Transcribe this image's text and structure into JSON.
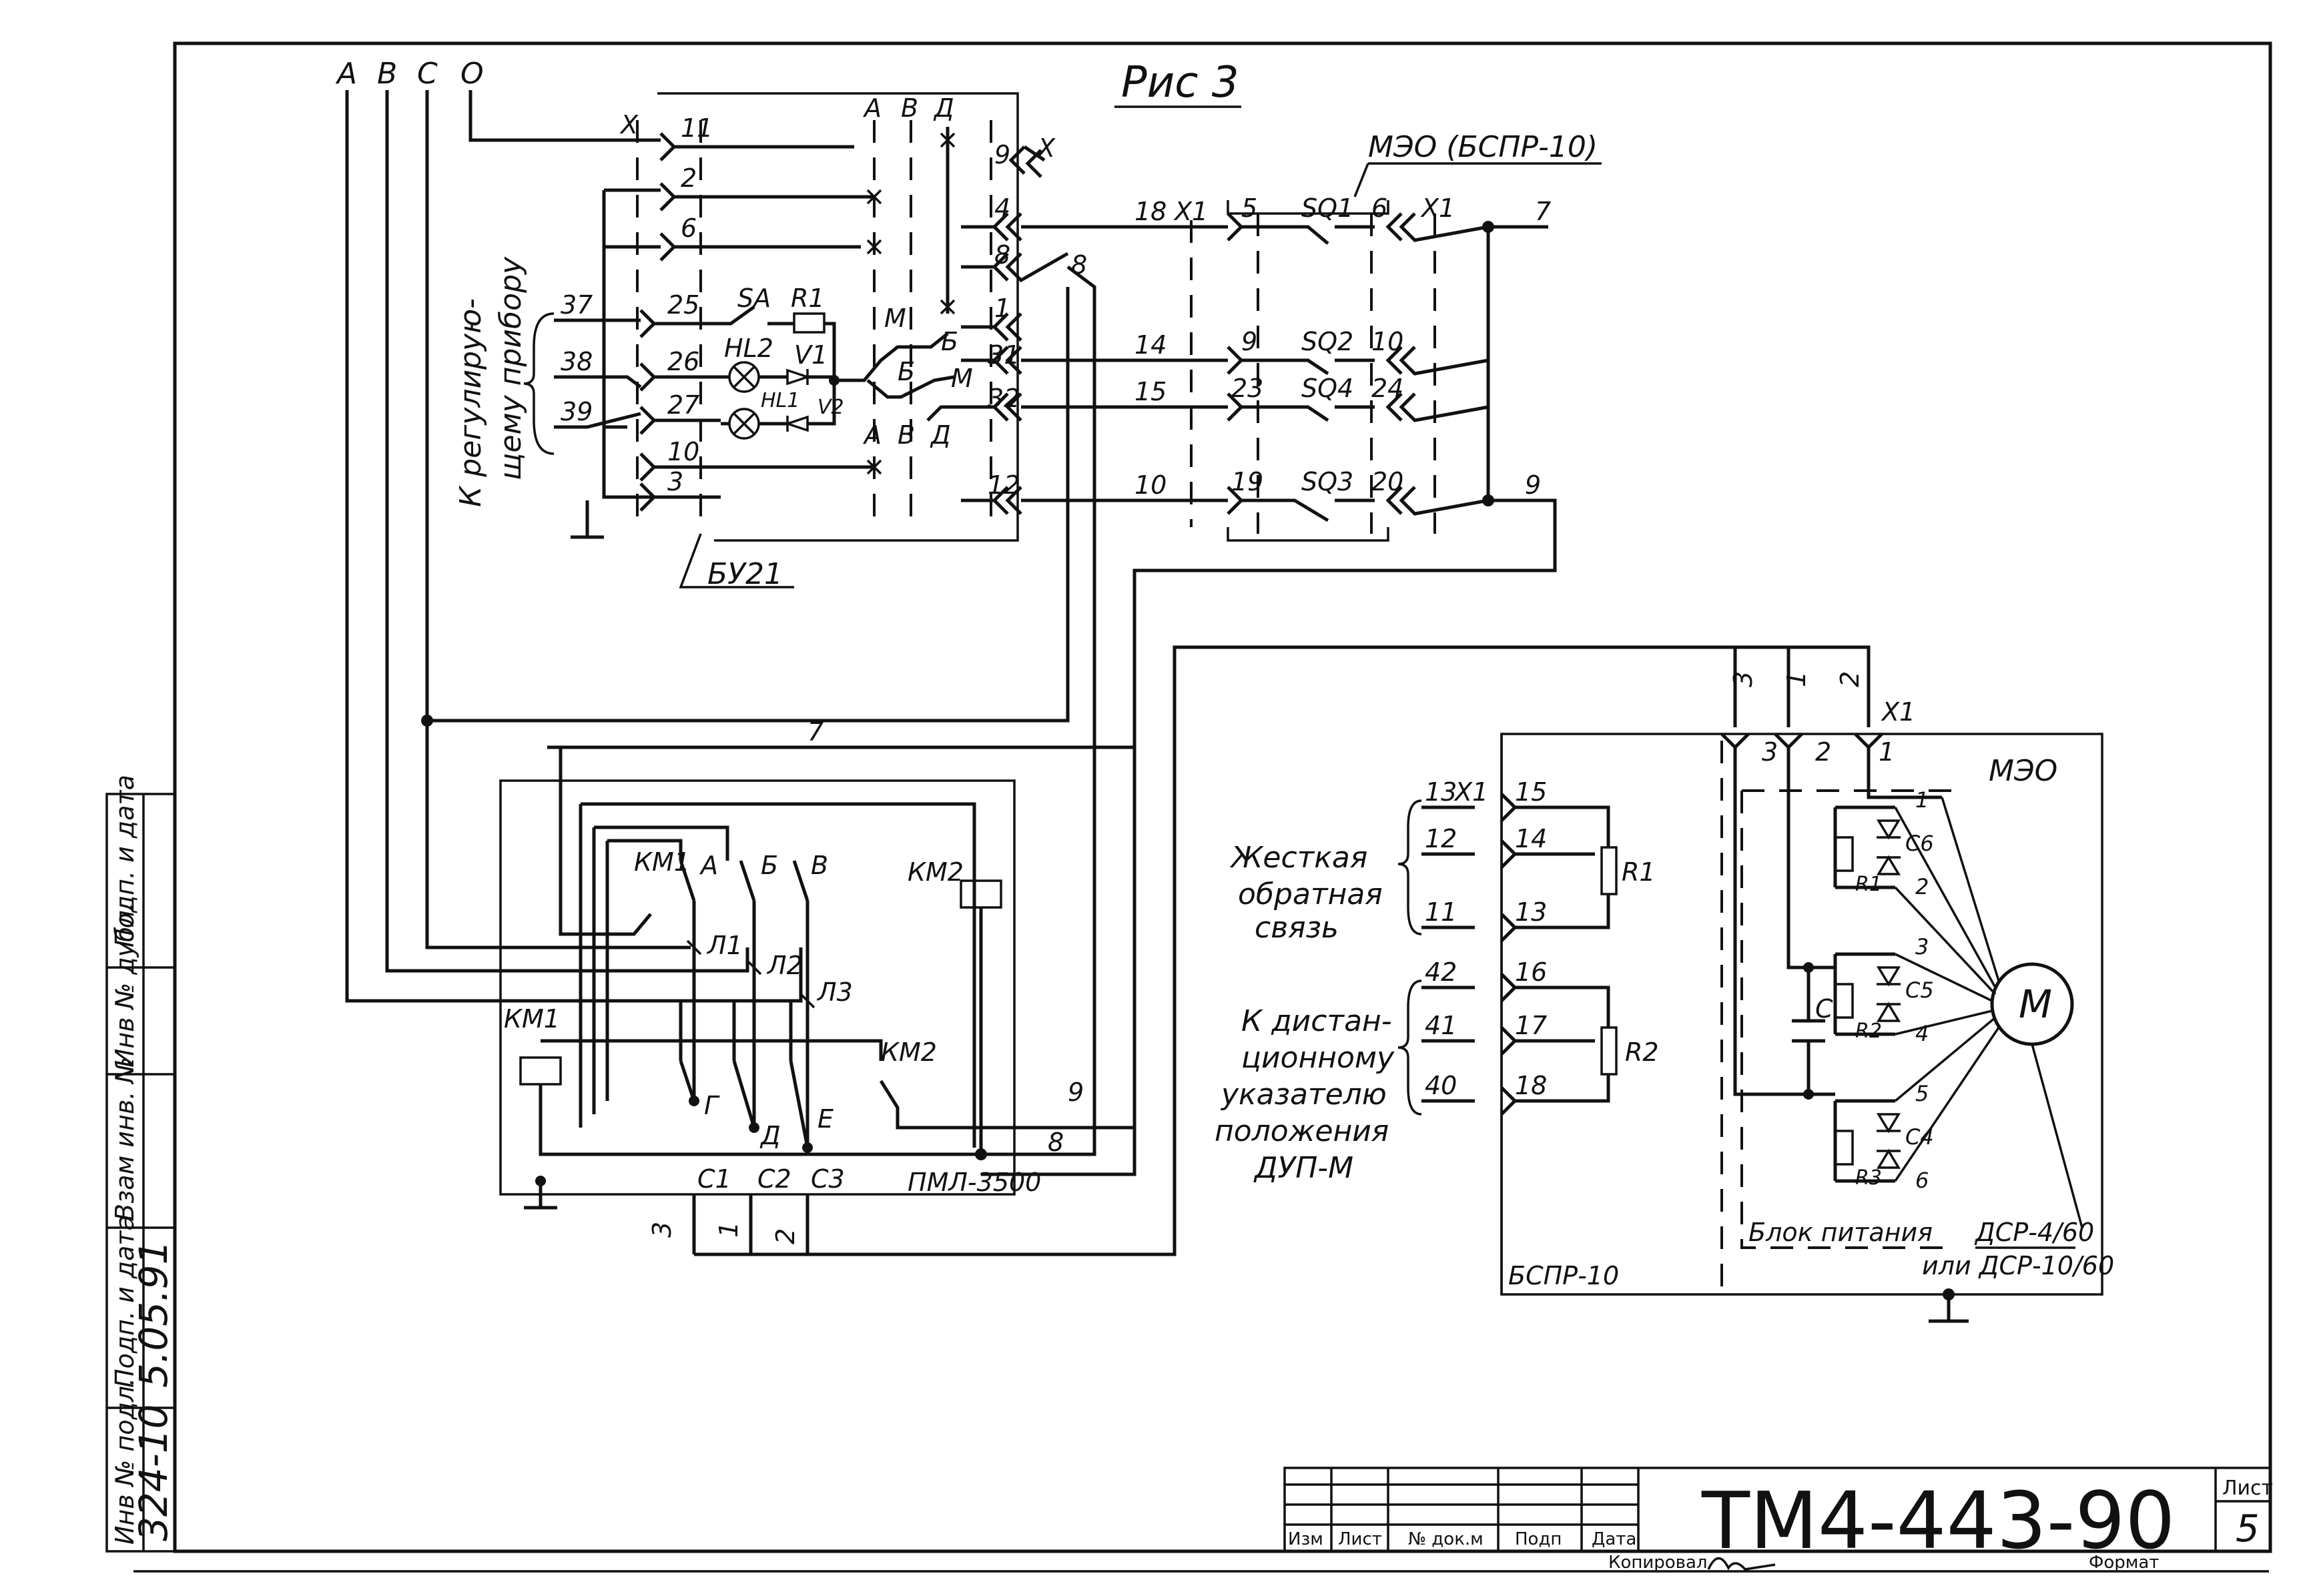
{
  "figure": {
    "title": "Рис 3"
  },
  "phases": [
    "А",
    "В",
    "С",
    "О"
  ],
  "blocks": {
    "bu21": "БУ21",
    "meo_bspr": "МЭО (БСПР-10)",
    "pml": "ПМЛ-3500",
    "bspr10": "БСПР-10",
    "meo": "МЭО",
    "power_unit": "Блок питания",
    "dsr_1": "ДСР-4/60",
    "dsr_2": "или ДСР-10/60",
    "motor": "М"
  },
  "side_labels": {
    "regulator_line1": "К регулирую-",
    "regulator_line2": "щему прибору",
    "feedback_1": "Жесткая",
    "feedback_2": "обратная",
    "feedback_3": "связь",
    "remote_1": "К дистан-",
    "remote_2": "ционному",
    "remote_3": "указателю",
    "remote_4": "положения",
    "remote_5": "ДУП-М"
  },
  "components": {
    "sa": "SA",
    "r1": "R1",
    "hl2": "HL2",
    "hl1": "HL1",
    "v1": "V1",
    "v2": "V2",
    "sq1": "SQ1",
    "sq2": "SQ2",
    "sq4": "SQ4",
    "sq3": "SQ3",
    "km1": "КМ1",
    "km2": "КМ2",
    "l1": "Л1",
    "l2": "Л2",
    "l3": "Л3",
    "c1": "С1",
    "c2": "С2",
    "c3": "С3",
    "r1b": "R1",
    "r2b": "R2",
    "c6": "С6",
    "c5": "С5",
    "c4": "С4",
    "c": "С",
    "r1c": "R1",
    "r2c": "R2",
    "r3c": "R3"
  },
  "terminals_bu21": [
    "11",
    "2",
    "6",
    "25",
    "26",
    "27",
    "10",
    "3"
  ],
  "terminals_right": [
    "9",
    "4",
    "8",
    "1",
    "31",
    "32",
    "12"
  ],
  "terminals_sq": [
    "5",
    "6",
    "9",
    "10",
    "23",
    "24",
    "19",
    "20"
  ],
  "wire_numbers": {
    "w37": "37",
    "w38": "38",
    "w39": "39",
    "w18": "18",
    "w14": "14",
    "w15": "15",
    "w10": "10",
    "w7a": "7",
    "w9a": "9",
    "w7b": "7",
    "w9b": "9",
    "w8a": "8",
    "w8b": "8",
    "w3": "3",
    "w1": "1",
    "w2": "2",
    "x_top3": "3",
    "x_top1": "1",
    "x_top2": "2"
  },
  "connector_marks": {
    "x": "X",
    "x1": "X1"
  },
  "relay_contacts": {
    "a": "А",
    "b": "Б",
    "v": "В",
    "d": "Д",
    "m": "М",
    "g": "Г",
    "e": "Е"
  },
  "bspr_terminals": {
    "left": [
      "13",
      "12",
      "11",
      "42",
      "41",
      "40"
    ],
    "right": [
      "15",
      "14",
      "13",
      "16",
      "17",
      "18"
    ]
  },
  "meo_terminals": [
    "3",
    "2",
    "1",
    "1",
    "2",
    "3",
    "4",
    "5",
    "6"
  ],
  "title_block": {
    "doc_number": "ТМ4-443-90",
    "sheet_label": "Лист",
    "sheet_number": "5",
    "cols": [
      "Изм",
      "Лист",
      "№ док.м",
      "Подп",
      "Дата"
    ],
    "copied": "Копировал",
    "format": "Формат"
  },
  "left_stamp": {
    "fields": [
      "Подп. и дата",
      "Инв № дубл.",
      "Взам инв. №",
      "Подп. и дата",
      "Инв № подл."
    ],
    "handwritten_date": "5.05.91",
    "handwritten_inv": "324-10"
  }
}
